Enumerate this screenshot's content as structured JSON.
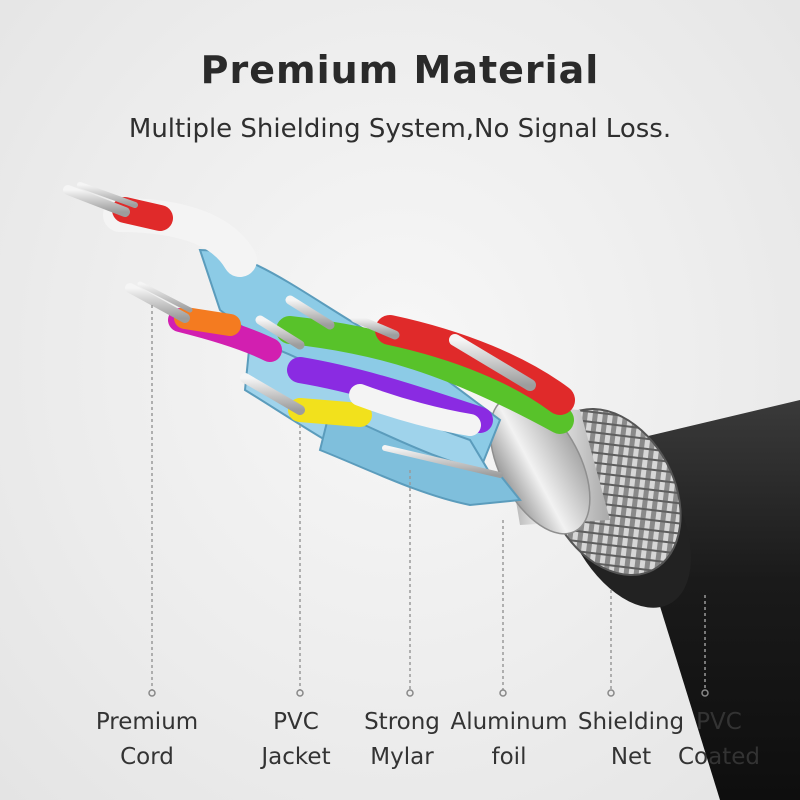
{
  "header": {
    "title": "Premium Material",
    "subtitle": "Multiple Shielding System,No Signal Loss."
  },
  "labels": [
    {
      "line1": "Premium",
      "line2": "Cord"
    },
    {
      "line1": "PVC",
      "line2": "Jacket"
    },
    {
      "line1": "Strong",
      "line2": "Mylar"
    },
    {
      "line1": "Aluminum",
      "line2": "foil"
    },
    {
      "line1": "Shielding",
      "line2": "Net"
    },
    {
      "line1": "PVC",
      "line2": "Coated"
    }
  ],
  "colors": {
    "background": "#ececec",
    "outer_jacket": "#1e1e1e",
    "foil": "#c9c9c9",
    "wire_red": "#e02a2a",
    "wire_orange": "#f47b20",
    "wire_magenta": "#d21fb0",
    "wire_green": "#58c22a",
    "wire_purple": "#8a2be2",
    "wire_yellow": "#f2e11c",
    "mylar_blue": "#8ccbe6"
  }
}
